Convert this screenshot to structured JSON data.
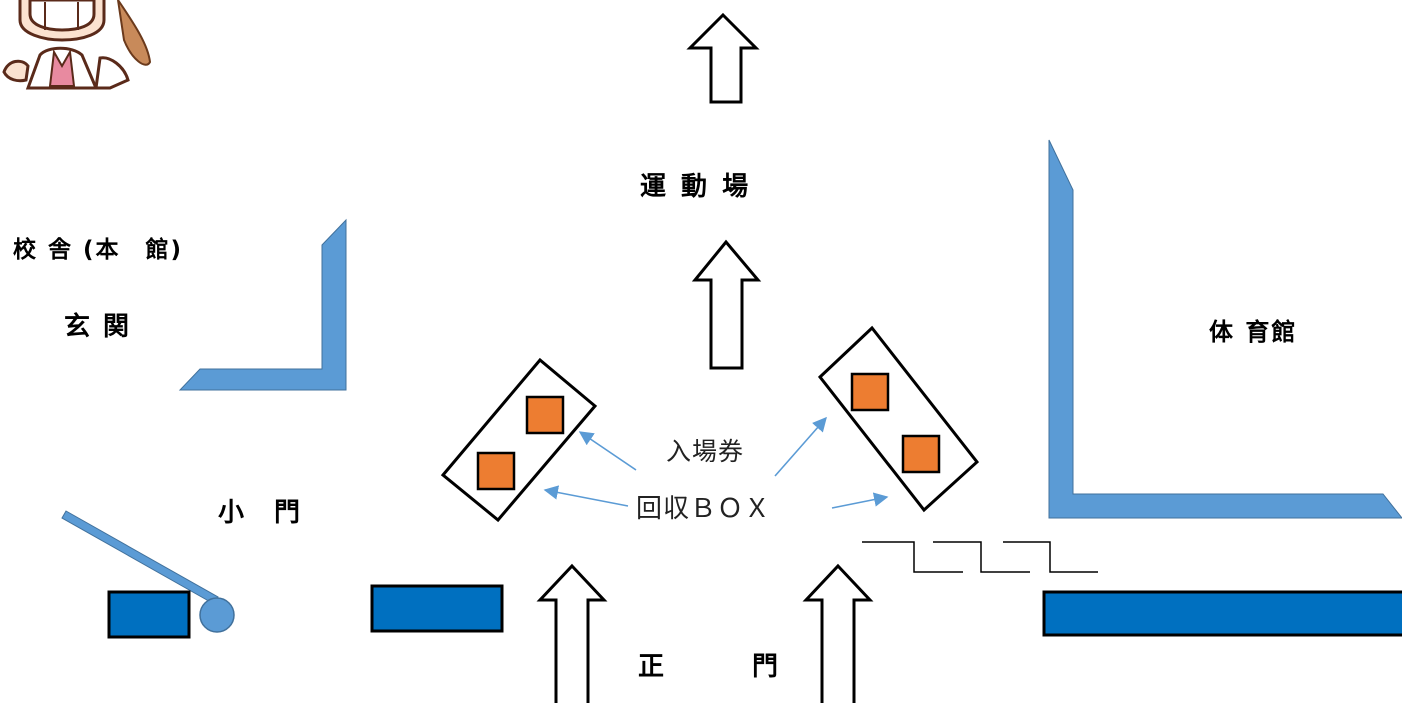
{
  "labels": {
    "undoujou": "運 動 場",
    "kousha": "校 舎 (本　館)",
    "genkan": "玄 関",
    "taiikukan": "体 育館",
    "komon": "小　門",
    "seimon_sei": "正",
    "seimon_mon": "門",
    "nyujouken": "入場券",
    "kaishu_box": "回収ＢＯＸ"
  },
  "colors": {
    "wall_blue": "#5b9bd5",
    "gate_blue": "#0070c0",
    "box_orange": "#ed7d31",
    "pointer_blue": "#5b9bd5"
  },
  "icons": {
    "mascot": "masked-staff-illustration"
  }
}
